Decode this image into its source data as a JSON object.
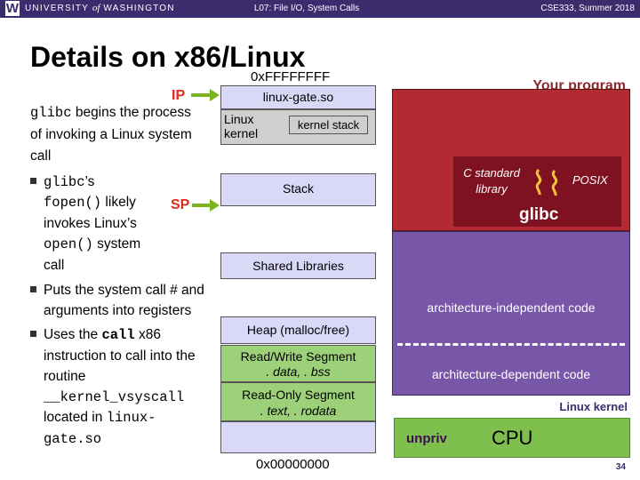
{
  "header": {
    "logo": "W",
    "university_before": "UNIVERSITY",
    "university_of": "of",
    "university_after": "WASHINGTON",
    "lecture": "L07: File I/O, System Calls",
    "course": "CSE333, Summer 2018"
  },
  "title": "Details on x86/Linux",
  "pointers": {
    "ip": "IP",
    "sp": "SP"
  },
  "left_text": {
    "line1_code": "glibc",
    "line1_rest": " begins the process",
    "line2": "of invoking a Linux system",
    "line3": "call",
    "b1_l1_code": "glibc",
    "b1_l1_rest": "’s",
    "b1_l2_code": "fopen()",
    "b1_l2_rest": " likely",
    "b1_l3": "invokes Linux’s",
    "b1_l4_code": "open()",
    "b1_l4_rest": " system",
    "b1_l5": "call",
    "b2_l1": "Puts the system call # and",
    "b2_l2": "arguments into registers",
    "b3_l1_pre": "Uses the ",
    "b3_l1_code": "call",
    "b3_l1_post": " x86",
    "b3_l2": "instruction to call into the",
    "b3_l3": "routine",
    "b3_l4_code": "__kernel_vsyscall",
    "b3_l5_pre": "located in ",
    "b3_l5_code": "linux-",
    "b3_l6_code": "gate.so"
  },
  "memory": {
    "top_addr": "0xFFFFFFFF",
    "linux_gate": "linux-gate.so",
    "linux_kernel_l1": "Linux",
    "linux_kernel_l2": "kernel",
    "kernel_stack": "kernel stack",
    "stack": "Stack",
    "shared_libs": "Shared Libraries",
    "heap": "Heap (malloc/free)",
    "rw_seg": "Read/Write Segment",
    "rw_sub": ". data, . bss",
    "ro_seg": "Read-Only Segment",
    "ro_sub": ". text, . rodata",
    "bottom_addr": "0x00000000"
  },
  "diagram": {
    "your_program": "Your program",
    "c_std_lib": "C standard library",
    "posix": "POSIX",
    "glibc": "glibc",
    "arch_indep": "architecture-independent code",
    "arch_dep": "architecture-dependent code",
    "linux_kernel": "Linux kernel",
    "unpriv": "unpriv",
    "cpu": "CPU"
  },
  "page_number": "34",
  "colors": {
    "header_purple": "#3b2c6e",
    "pointer_red": "#e2271b",
    "arrow_green": "#7ab51d",
    "memory_lavender": "#d9d9f7",
    "segment_green": "#9cd17a",
    "program_maroon": "#b32a33",
    "glibc_maroon": "#7e1220",
    "kernel_purple": "#7857a8",
    "cpu_green": "#7fbf4d"
  }
}
